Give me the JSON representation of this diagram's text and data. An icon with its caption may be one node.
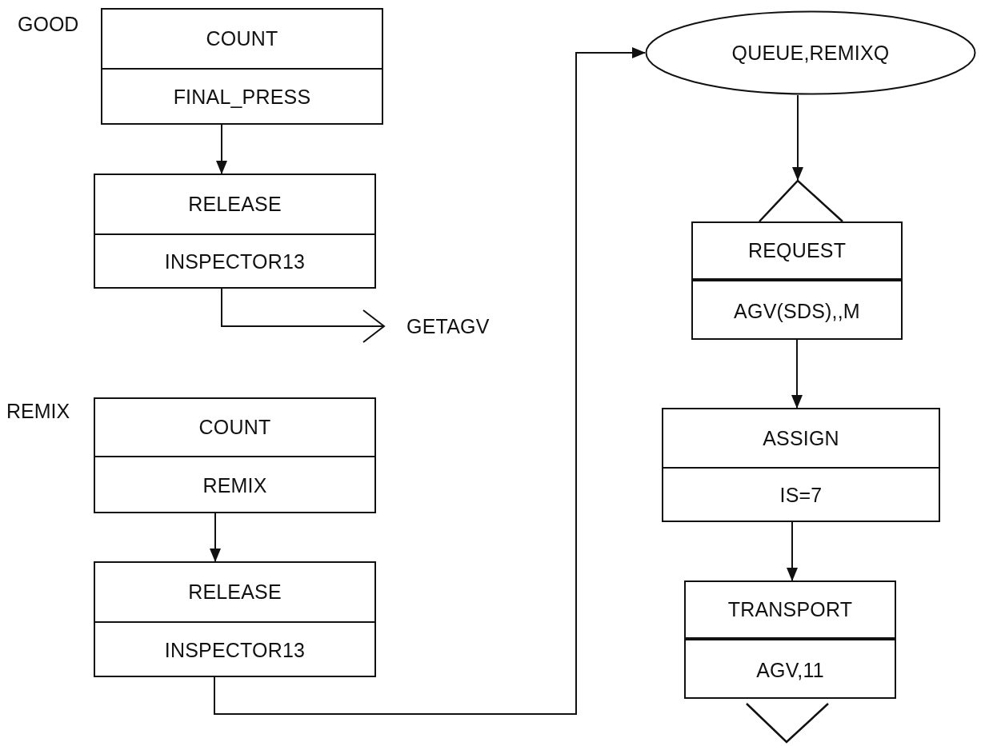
{
  "diagram": {
    "nodes": [
      {
        "text": [
          "COUNT",
          "FINAL_PRESS"
        ],
        "beside": [
          "GOOD"
        ]
      },
      {
        "text": [
          "RELEASE",
          "INSPECTOR13"
        ]
      },
      {
        "text": [
          "GETAGV"
        ]
      },
      {
        "text": [
          "COUNT",
          "REMIX"
        ],
        "beside": [
          "REMIX"
        ]
      },
      {
        "text": [
          "RELEASE",
          "INSPECTOR13"
        ]
      },
      {
        "text": [
          "QUEUE,REMIXQ"
        ]
      },
      {
        "text": [
          "REQUEST",
          "AGV(SDS),,M"
        ]
      },
      {
        "text": [
          "ASSIGN",
          "IS=7"
        ]
      },
      {
        "text": [
          "TRANSPORT",
          "AGV,11"
        ]
      }
    ],
    "edges": [
      {
        "from": 0,
        "to": 1,
        "arrow": "to"
      },
      {
        "from": 1,
        "to": 2,
        "arrow": "to"
      },
      {
        "from": 3,
        "to": 4,
        "arrow": "to"
      },
      {
        "from": 4,
        "to": 5,
        "arrow": "to"
      },
      {
        "from": 5,
        "to": 6,
        "arrow": "to"
      },
      {
        "from": 6,
        "to": 7,
        "arrow": "to"
      },
      {
        "from": 7,
        "to": 8,
        "arrow": "to"
      }
    ]
  }
}
